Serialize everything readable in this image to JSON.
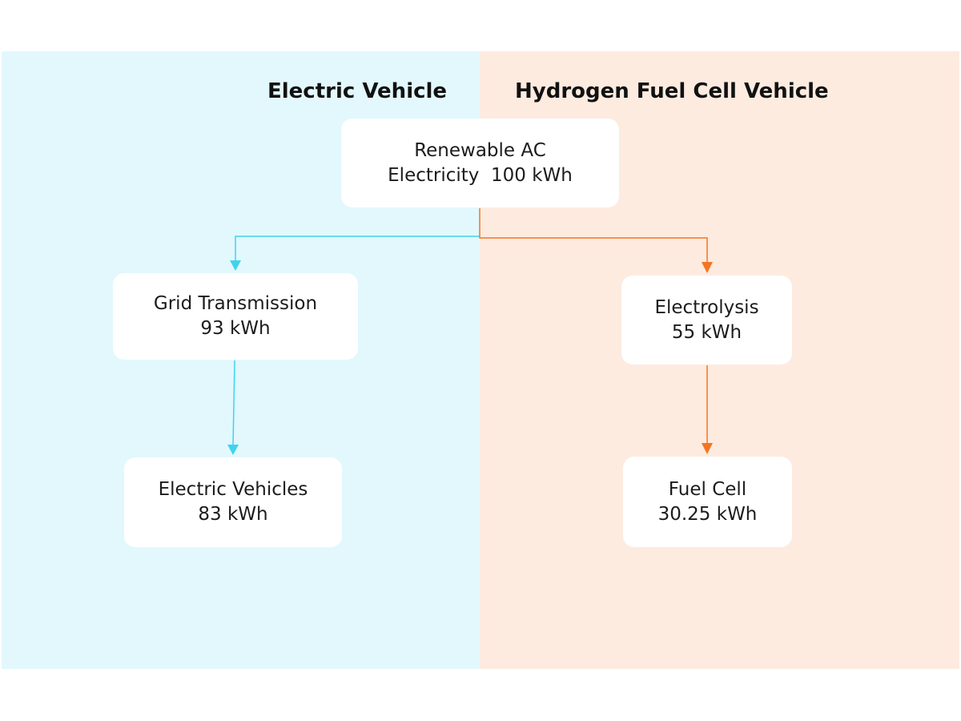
{
  "headings": {
    "electric": "Electric Vehicle",
    "hydrogen": "Hydrogen Fuel Cell Vehicle"
  },
  "nodes": {
    "source": {
      "line1": "Renewable AC",
      "line2": "Electricity  100 kWh"
    },
    "grid": {
      "line1": "Grid Transmission",
      "line2": "93 kWh"
    },
    "ev": {
      "line1": "Electric Vehicles",
      "line2": "83 kWh"
    },
    "electrolysis": {
      "line1": "Electrolysis",
      "line2": "55 kWh"
    },
    "fuel_cell": {
      "line1": "Fuel Cell",
      "line2": "30.25 kWh"
    }
  },
  "colors": {
    "electric_panel": "#e2f8fd",
    "hydrogen_panel": "#fdebe0",
    "electric_line": "#3fd3ef",
    "hydrogen_line": "#f47421"
  }
}
